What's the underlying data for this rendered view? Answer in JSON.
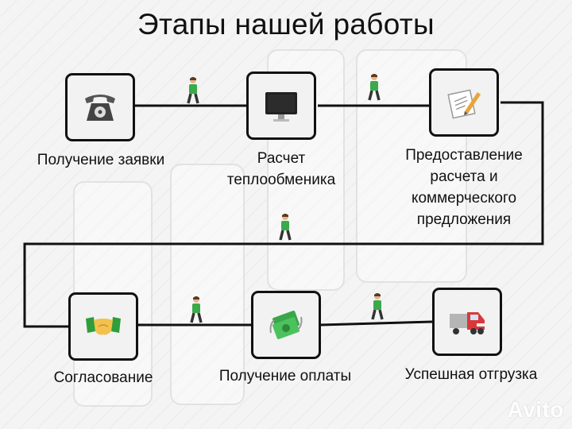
{
  "title": "Этапы нашей работы",
  "steps": [
    {
      "label": "Получение заявки",
      "icon": "telephone-icon"
    },
    {
      "label": "Расчет\nтеплообменика",
      "icon": "monitor-icon"
    },
    {
      "label": "Предоставление\nрасчета и\nкоммерческого\nпредложения",
      "icon": "document-pen-icon"
    },
    {
      "label": "Согласование",
      "icon": "handshake-icon"
    },
    {
      "label": "Получение оплаты",
      "icon": "money-icon"
    },
    {
      "label": "Успешная отгрузка",
      "icon": "truck-icon"
    }
  ],
  "watermark": "Avito",
  "colors": {
    "line": "#111111",
    "box_border": "#111111",
    "box_fill": "#f2f2f2",
    "walker_shirt": "#3aaa4a"
  }
}
